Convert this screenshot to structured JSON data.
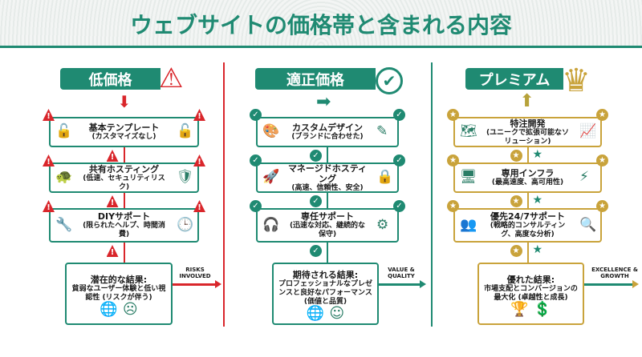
{
  "title": "ウェブサイトの価格帯と含まれる内容",
  "columns": [
    {
      "label": "低価格",
      "accent": "#d9262b",
      "header_icon": "warning-triangle-icon",
      "steps": [
        {
          "title": "基本テンプレート",
          "sub": "(カスタマイズなし)"
        },
        {
          "title": "共有ホスティング",
          "sub": "(低速、セキュリティリスク)"
        },
        {
          "title": "DIYサポート",
          "sub": "(限られたヘルプ、時間消費)"
        }
      ],
      "result": {
        "title": "潜在的な結果:",
        "sub": "貧弱なユーザー体験と低い視認性 (リスクが伴う)"
      },
      "arrow_label": "RISKS INVOLVED"
    },
    {
      "label": "適正価格",
      "accent": "#1f8a72",
      "header_icon": "check-circle-icon",
      "steps": [
        {
          "title": "カスタムデザイン",
          "sub": "(ブランドに合わせた)"
        },
        {
          "title": "マネージドホスティング",
          "sub": "(高速、信頼性、安全)"
        },
        {
          "title": "専任サポート",
          "sub": "(迅速な対応、継続的な保守)"
        }
      ],
      "result": {
        "title": "期待される結果:",
        "sub": "プロフェッショナルなプレゼンスと良好なパフォーマンス (価値と品質)"
      },
      "arrow_label": "VALUE & QUALITY"
    },
    {
      "label": "プレミアム",
      "accent": "#c9a33b",
      "header_icon": "crown-icon",
      "steps": [
        {
          "title": "特注開発",
          "sub": "(ユニークで拡張可能なソリューション)"
        },
        {
          "title": "専用インフラ",
          "sub": "(最高速度、高可用性)"
        },
        {
          "title": "優先24/7サポート",
          "sub": "(戦略的コンサルティング、高度な分析)"
        }
      ],
      "result": {
        "title": "優れた結果:",
        "sub": "市場支配とコンバージョンの最大化 (卓越性と成長)"
      },
      "arrow_label": "EXCELLENCE & GROWTH"
    }
  ]
}
